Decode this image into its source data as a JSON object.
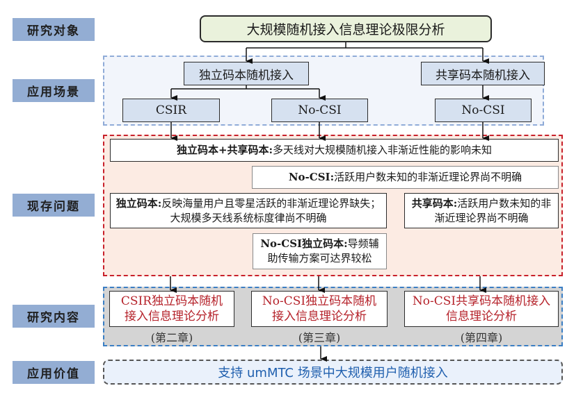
{
  "row_labels": [
    "研究对象",
    "应用场景",
    "现存问题",
    "研究内容",
    "应用价值"
  ],
  "research_object": "大规模随机接入信息理论极限分析",
  "scenarios": {
    "independent": "独立码本随机接入",
    "shared": "共享码本随机接入",
    "csir": "CSIR",
    "nocsi_independent": "No-CSI",
    "nocsi_shared": "No-CSI"
  },
  "problems": [
    {
      "bold": "独立码本+共享码本:",
      "text": "多天线对大规模随机接入非渐近性能的影响未知"
    },
    {
      "bold": "No-CSI:",
      "text": "活跃用户数未知的非渐近理论界尚不明确"
    },
    {
      "bold": "独立码本:",
      "text": "反映海量用户且零星活跃的非渐近理论界缺失；大规模多天线系统标度律尚不明确"
    },
    {
      "bold": "共享码本:",
      "text": "活跃用户数未知的非渐近理论界尚不明确"
    },
    {
      "bold": "No-CSI独立码本:",
      "text": "导频辅助传输方案可达界较松"
    }
  ],
  "contents": [
    {
      "line1": "CSIR独立码本随机",
      "line2": "接入信息理论分析",
      "chapter": "(第二章)"
    },
    {
      "line1": "No-CSI独立码本随机",
      "line2": "接入信息理论分析",
      "chapter": "(第三章)"
    },
    {
      "line1": "No-CSI共享码本随机接入",
      "line2": "信息理论分析",
      "chapter": "(第四章)"
    }
  ],
  "value": "支持 umMTC 场景中大规模用户随机接入",
  "colors": {
    "label_bg": "#93add3",
    "object_bg": "#eaf2dc",
    "scenario_region": "#8fabd8",
    "problem_region": "#c8202a",
    "content_region": "#3a7ec4",
    "content_text": "#b5222a",
    "value_text": "#1f5fae"
  }
}
